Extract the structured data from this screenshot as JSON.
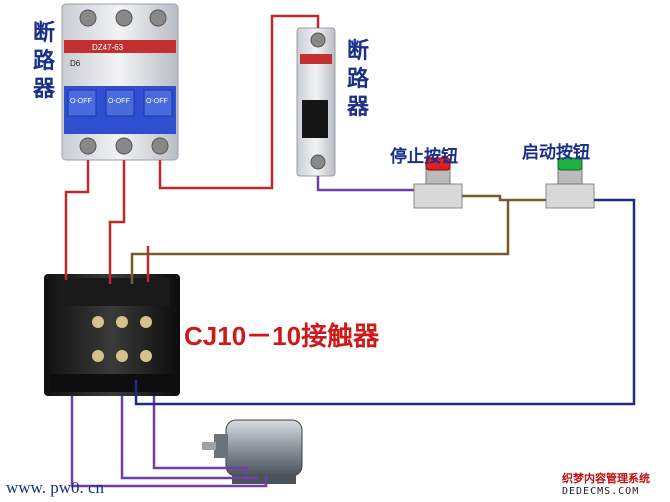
{
  "labels": {
    "breaker_3p": "断路器",
    "breaker_1p": "断路器",
    "stop_button": "停止按钮",
    "start_button": "启动按钮",
    "contactor_model": "CJ10－10接触器",
    "website": "www. pw0. cn",
    "watermark_cn": "织梦内容管理系统",
    "watermark_en": "DEDECMS.COM"
  },
  "breaker_3p": {
    "brand": "DZ47-63",
    "rating": "D6",
    "poles": [
      "O-OFF",
      "O-OFF",
      "O-OFF"
    ]
  },
  "colors": {
    "wire_red": "#c0282c",
    "wire_brown": "#7a5a2a",
    "wire_purple": "#7040a8",
    "wire_navy": "#202a88",
    "label_blue": "#1a2f8a",
    "label_red": "#d01818",
    "stop_button": "#e02020",
    "start_button": "#20b040"
  }
}
